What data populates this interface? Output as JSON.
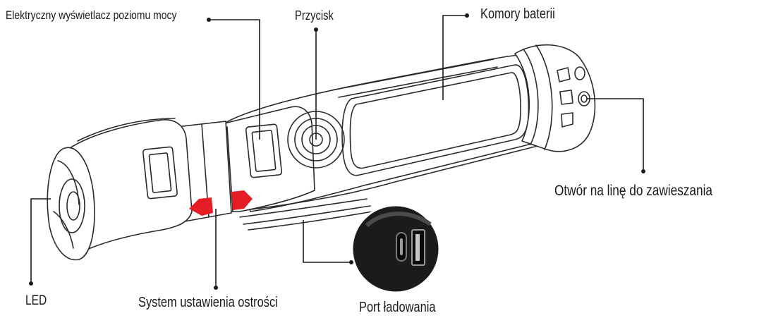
{
  "labels": {
    "display": "Elektryczny wyświetlacz poziomu mocy",
    "button": "Przycisk",
    "battery": "Komory baterii",
    "lanyard": "Otwór na linę do zawieszania",
    "led": "LED",
    "focus": "System ustawienia ostrości",
    "port": "Port ładowania"
  },
  "colors": {
    "outline": "#2a2a2a",
    "leader": "#1a1a1a",
    "accent": "#e51e25",
    "inset": "#1b1b1b"
  }
}
